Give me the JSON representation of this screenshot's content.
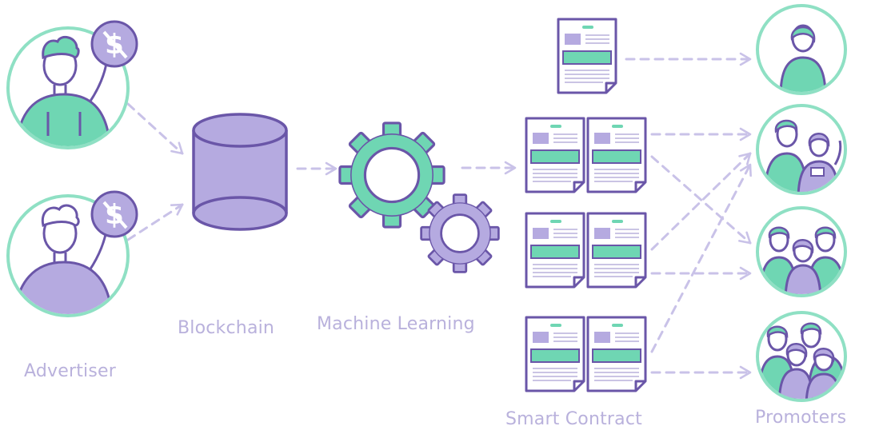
{
  "labels": {
    "advertiser": "Advertiser",
    "blockchain": "Blockchain",
    "machine_learning": "Machine Learning",
    "smart_contract": "Smart Contract",
    "promoters": "Promoters"
  },
  "icons": {
    "advertiser_1": "advertiser-avatar-icon",
    "advertiser_2": "advertiser-avatar-icon",
    "coin": "dollar-coin-icon",
    "database": "database-cylinder-icon",
    "gear_large": "gear-icon",
    "gear_small": "gear-icon",
    "contract": "contract-document-icon",
    "promoter_single": "promoter-avatar-icon",
    "promoter_pair": "promoter-group-icon",
    "promoter_trio": "promoter-group-icon",
    "promoter_quad": "promoter-group-icon"
  },
  "colors": {
    "outline": "#6a56a8",
    "mint": "#6fd6b3",
    "lavender": "#b5aae0",
    "arrow": "#c9c2e8",
    "label": "#b9b1dc",
    "ring_mint": "#8fe0c4",
    "ring_lav": "#c3b8ea"
  }
}
